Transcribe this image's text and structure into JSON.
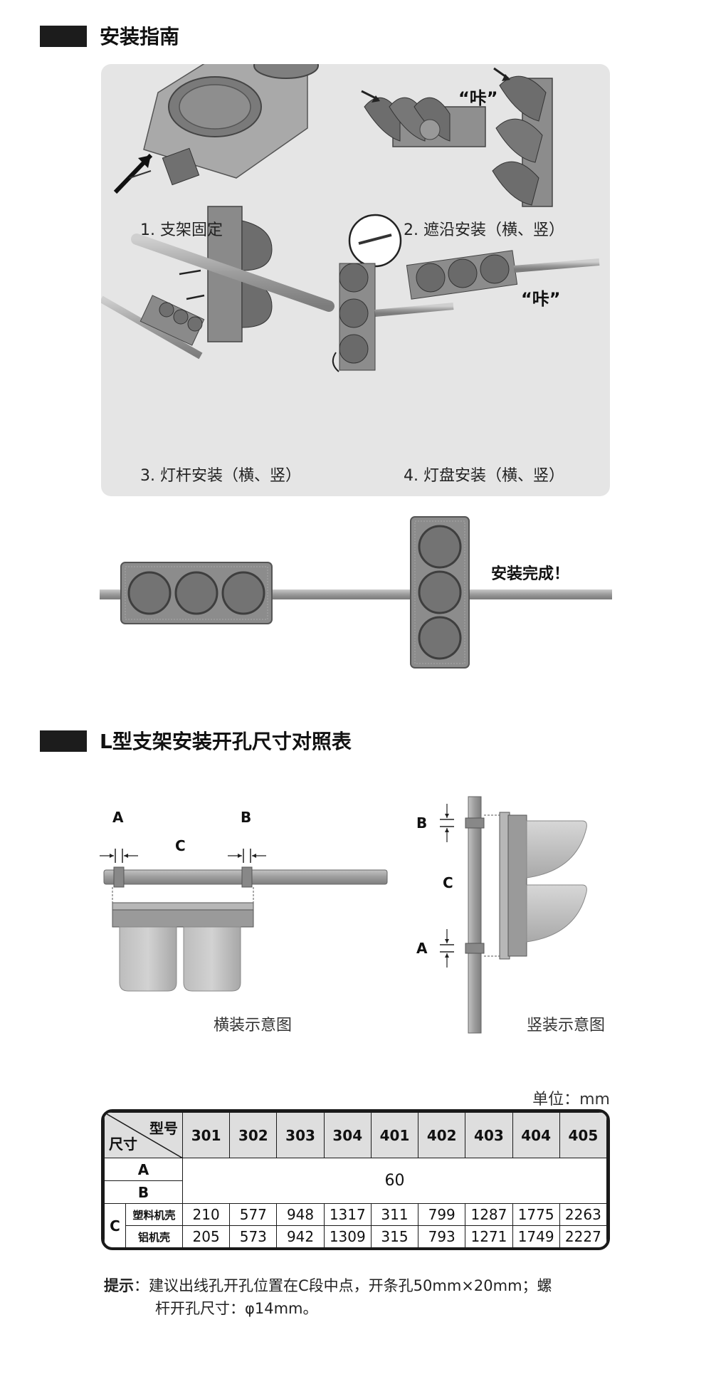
{
  "section1": {
    "title": "安装指南"
  },
  "steps": [
    {
      "caption": "1. 支架固定"
    },
    {
      "caption": "2. 遮沿安装（横、竖）",
      "sound": "“咔”"
    },
    {
      "caption": "3. 灯杆安装（横、竖）"
    },
    {
      "caption": "4. 灯盘安装（横、竖）",
      "sound": "“咔”"
    }
  ],
  "complete": "安装完成！",
  "section2": {
    "title": "L型支架安装开孔尺寸对照表"
  },
  "diagrams": {
    "horizontal": {
      "caption": "横装示意图",
      "label_a": "A",
      "label_b": "B",
      "label_c": "C"
    },
    "vertical": {
      "caption": "竖装示意图",
      "label_a": "A",
      "label_b": "B",
      "label_c": "C"
    }
  },
  "table": {
    "unit": "单位：mm",
    "corner_top": "型号",
    "corner_bottom": "尺寸",
    "models": [
      "301",
      "302",
      "303",
      "304",
      "401",
      "402",
      "403",
      "404",
      "405"
    ],
    "row_a": "A",
    "row_b": "B",
    "ab_value": "60",
    "row_c": "C",
    "plastic_label": "塑料机壳",
    "plastic_values": [
      "210",
      "577",
      "948",
      "1317",
      "311",
      "799",
      "1287",
      "1775",
      "2263"
    ],
    "aluminum_label": "铝机壳",
    "aluminum_values": [
      "205",
      "573",
      "942",
      "1309",
      "315",
      "793",
      "1271",
      "1749",
      "2227"
    ]
  },
  "note": {
    "label": "提示",
    "line1": "：建议出线孔开孔位置在C段中点，开条孔50mm×20mm；螺",
    "line2": "杆开孔尺寸：φ14mm。"
  },
  "colors": {
    "panel": "#e5e5e5",
    "header_bar": "#1c1c1c",
    "metal": "#8a8a8a"
  }
}
